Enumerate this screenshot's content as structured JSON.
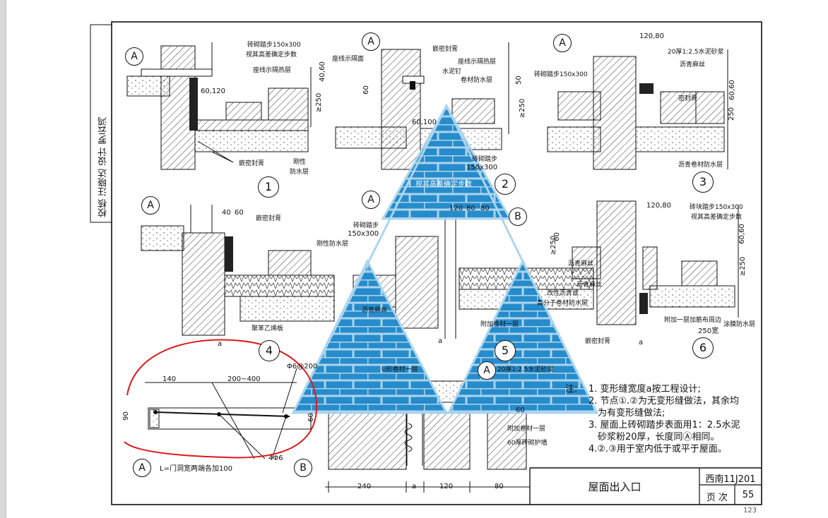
{
  "side_labels": [
    "校核",
    "汪晓达",
    "设计",
    "罗云鸿"
  ],
  "details": {
    "d1": {
      "num": "1",
      "ref": "A",
      "labels": [
        "砖砌踏步150x300",
        "视其高差确定步数",
        "座线示隔热层",
        "嵌密封膏",
        "刚性",
        "防水层"
      ],
      "dims": [
        "60,120",
        "40,60",
        "≥250"
      ]
    },
    "d2": {
      "num": "2",
      "ref": "A",
      "labels": [
        "嵌密封膏",
        "座线示隔面",
        "座线示隔热层",
        "水泥钉",
        "卷材防水层",
        "砖砌踏步",
        "150x300",
        "视其高差确定步数"
      ],
      "dims": [
        "60",
        "60,100",
        "50",
        "≥250"
      ]
    },
    "d3": {
      "num": "3",
      "ref": "A",
      "labels": [
        "20厚1:2.5水泥砂浆",
        "沥青麻丝",
        "砖砌踏步150x300",
        "密封膏",
        "沥青卷材防水层"
      ],
      "dims": [
        "120,80",
        "60,60",
        "250"
      ]
    },
    "d4": {
      "num": "4",
      "ref": "A",
      "labels": [
        "嵌密封膏",
        "刚性防水层",
        "聚苯乙烯板"
      ],
      "dims": [
        "40",
        "60",
        "a"
      ]
    },
    "d5": {
      "num": "5",
      "ref": "A",
      "ref2": "B",
      "labels": [
        "砖砌踏步",
        "150x300",
        "沥青麻丝",
        "改性沥青或",
        "高分子卷材防水层",
        "附加卷材一层",
        "U形卷材一层",
        "沥青麻丝",
        "20厚1:2.5水泥砂浆",
        "附加卷材一层",
        "60厚砖砌护墙"
      ],
      "dims": [
        "120",
        "80",
        "80",
        "≥250",
        "60",
        "a",
        "60",
        "60"
      ]
    },
    "d6": {
      "num": "6",
      "labels": [
        "砖块踏步150x300",
        "视其高差确定步数",
        "沥青麻丝",
        "嵌密封膏",
        "附加一层加筋布周边",
        "涂膜防水层",
        "250宽"
      ],
      "dims": [
        "120,80",
        "60,60",
        "≥250",
        "a"
      ]
    }
  },
  "sectionA": {
    "ref": "A",
    "ref_b": "B",
    "dims": [
      "140",
      "200~400",
      "Φ6@200",
      "90",
      "60",
      "4Φ6"
    ],
    "caption": "L=门洞宽两端各加100"
  },
  "bottom_dims": [
    "240",
    "a",
    "120",
    "80"
  ],
  "notes": {
    "prefix": "注:",
    "items": [
      "1. 变形缝宽度a按工程设计;",
      "2. 节点①.②为无变形缝做法，其余均",
      "为有变形缝做法;",
      "3. 屋面上砖砌踏步表面用1：2.5水泥",
      "砂浆粉20厚，长度同Ⓐ相同。",
      "4.②.③用于室内低于或平于屋面。"
    ]
  },
  "title_block": {
    "title": "屋面出入口",
    "atlas": "西南11J201",
    "page_label": "页 次",
    "page": "55",
    "page_cut": "123"
  },
  "colors": {
    "watermark_blue": "#1f88c9",
    "watermark_light": "#a9d4ee",
    "annotation_red": "#e01818"
  }
}
